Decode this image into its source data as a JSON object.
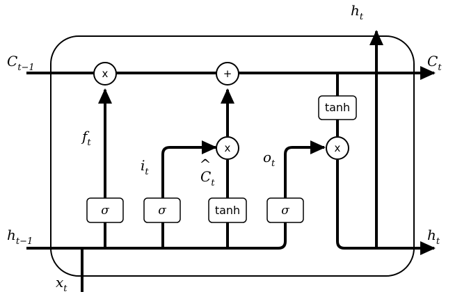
{
  "labels": {
    "c_prev": {
      "main": "C",
      "sub": "t−1"
    },
    "c_out": {
      "main": "C",
      "sub": "t"
    },
    "h_prev": {
      "main": "h",
      "sub": "t−1"
    },
    "h_out_top": {
      "main": "h",
      "sub": "t"
    },
    "h_out_right": {
      "main": "h",
      "sub": "t"
    },
    "x_in": {
      "main": "x",
      "sub": "t"
    },
    "forget": {
      "main": "f",
      "sub": "t"
    },
    "input": {
      "main": "i",
      "sub": "t"
    },
    "candidate": {
      "main": "C",
      "hat": "^",
      "sub": "t"
    },
    "output": {
      "main": "o",
      "sub": "t"
    }
  },
  "ops": {
    "forget_mult": "x",
    "add": "+",
    "input_mult": "x",
    "output_mult": "x"
  },
  "gates": {
    "forget_gate": "σ",
    "input_gate": "σ",
    "candidate_tanh": "tanh",
    "output_gate": "σ",
    "cell_tanh": "tanh"
  }
}
